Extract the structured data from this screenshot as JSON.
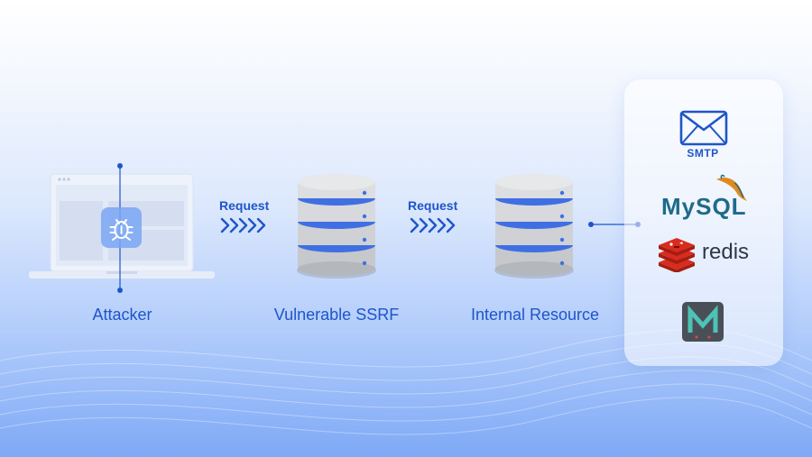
{
  "nodes": {
    "attacker": "Attacker",
    "ssrf": "Vulnerable SSRF",
    "internal": "Internal Resource"
  },
  "arrows": {
    "first": "Request",
    "second": "Request"
  },
  "services": {
    "smtp": "SMTP",
    "mysql": "MySQL",
    "redis": "redis"
  },
  "icons": [
    "mail-icon",
    "bug-icon",
    "database-icon",
    "mysql-dolphin-icon",
    "redis-icon",
    "metabase-icon"
  ],
  "colors": {
    "accent": "#1e55c9",
    "server_stripe": "#3f6fe3",
    "redis": "#d82c20",
    "m_logo_bg": "#4a4f57",
    "m_logo_fg": "#4cc3b5"
  }
}
